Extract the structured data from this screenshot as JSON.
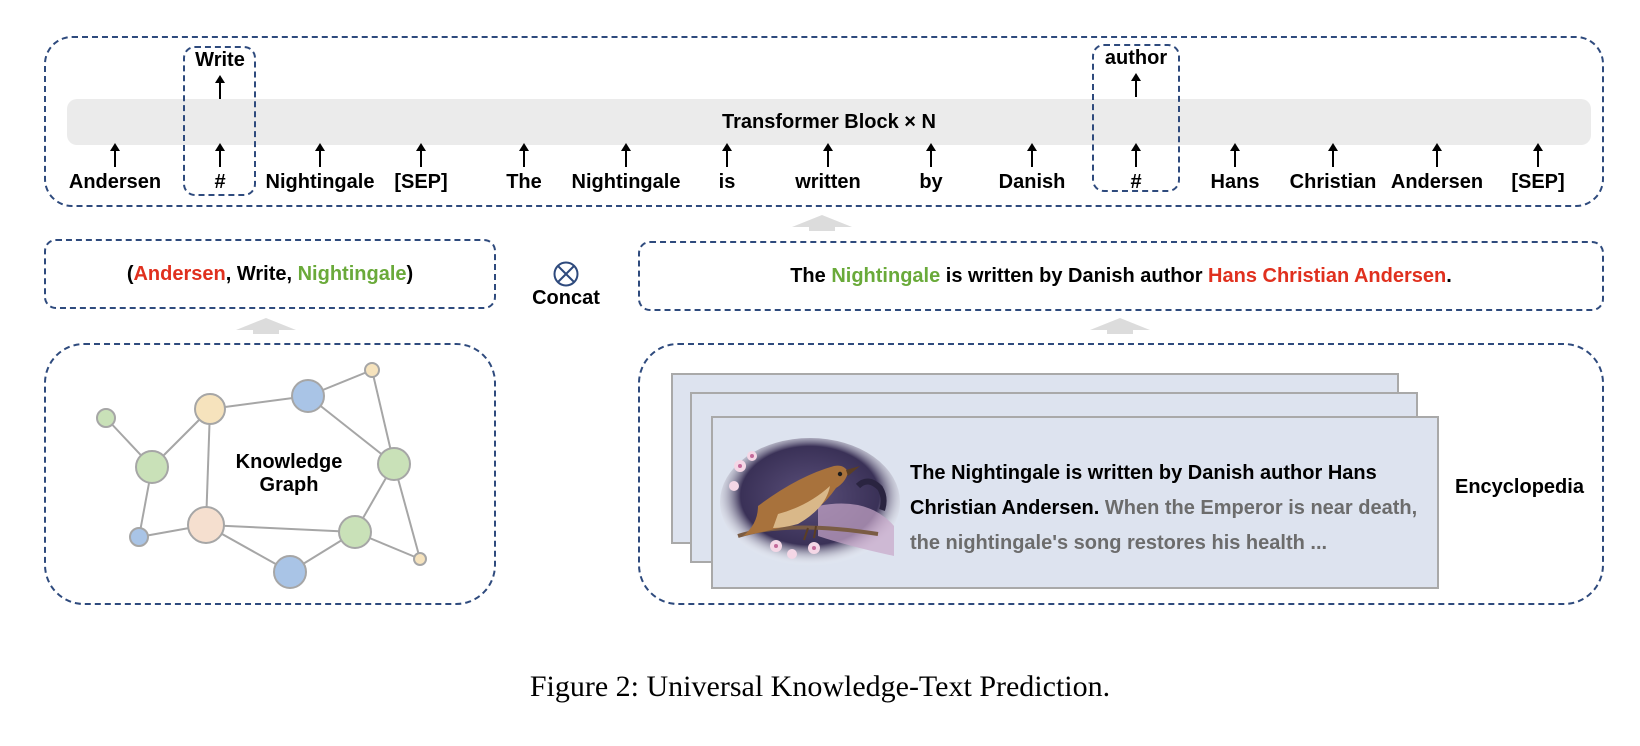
{
  "transformer": {
    "label": "Transformer Block × N",
    "tokens": [
      "Andersen",
      "#",
      "Nightingale",
      "[SEP]",
      "The",
      "Nightingale",
      "is",
      "written",
      "by",
      "Danish",
      "#",
      "Hans",
      "Christian",
      "Andersen",
      "[SEP]"
    ],
    "predictions": [
      "Write",
      "author"
    ]
  },
  "triple": {
    "open": "(",
    "head": "Andersen",
    "sep1": ", Write, ",
    "tail": "Nightingale",
    "close": ")"
  },
  "concat": {
    "symbol": "⊗",
    "label": "Concat"
  },
  "sentence": {
    "p1": "The ",
    "entity1": "Nightingale",
    "p2": " is written by Danish author ",
    "entity2": "Hans Christian Andersen",
    "p3": "."
  },
  "knowledge_graph": {
    "label_line1": "Knowledge",
    "label_line2": "Graph"
  },
  "encyclopedia": {
    "label": "Encyclopedia",
    "text_bold": "The Nightingale is written by Danish author Hans Christian Andersen.",
    "text_gray": " When the Emperor is near death, the nightingale's song restores his health ..."
  },
  "caption": "Figure 2: Universal Knowledge-Text Prediction.",
  "colors": {
    "dash_border": "#2e4a7d",
    "head_entity": "#e0301e",
    "tail_entity": "#6aaa3a",
    "node_green": "#c9e1b8",
    "node_blue": "#a9c4e6",
    "node_yellow": "#f6e3bd",
    "node_peach": "#f5dfcf"
  }
}
